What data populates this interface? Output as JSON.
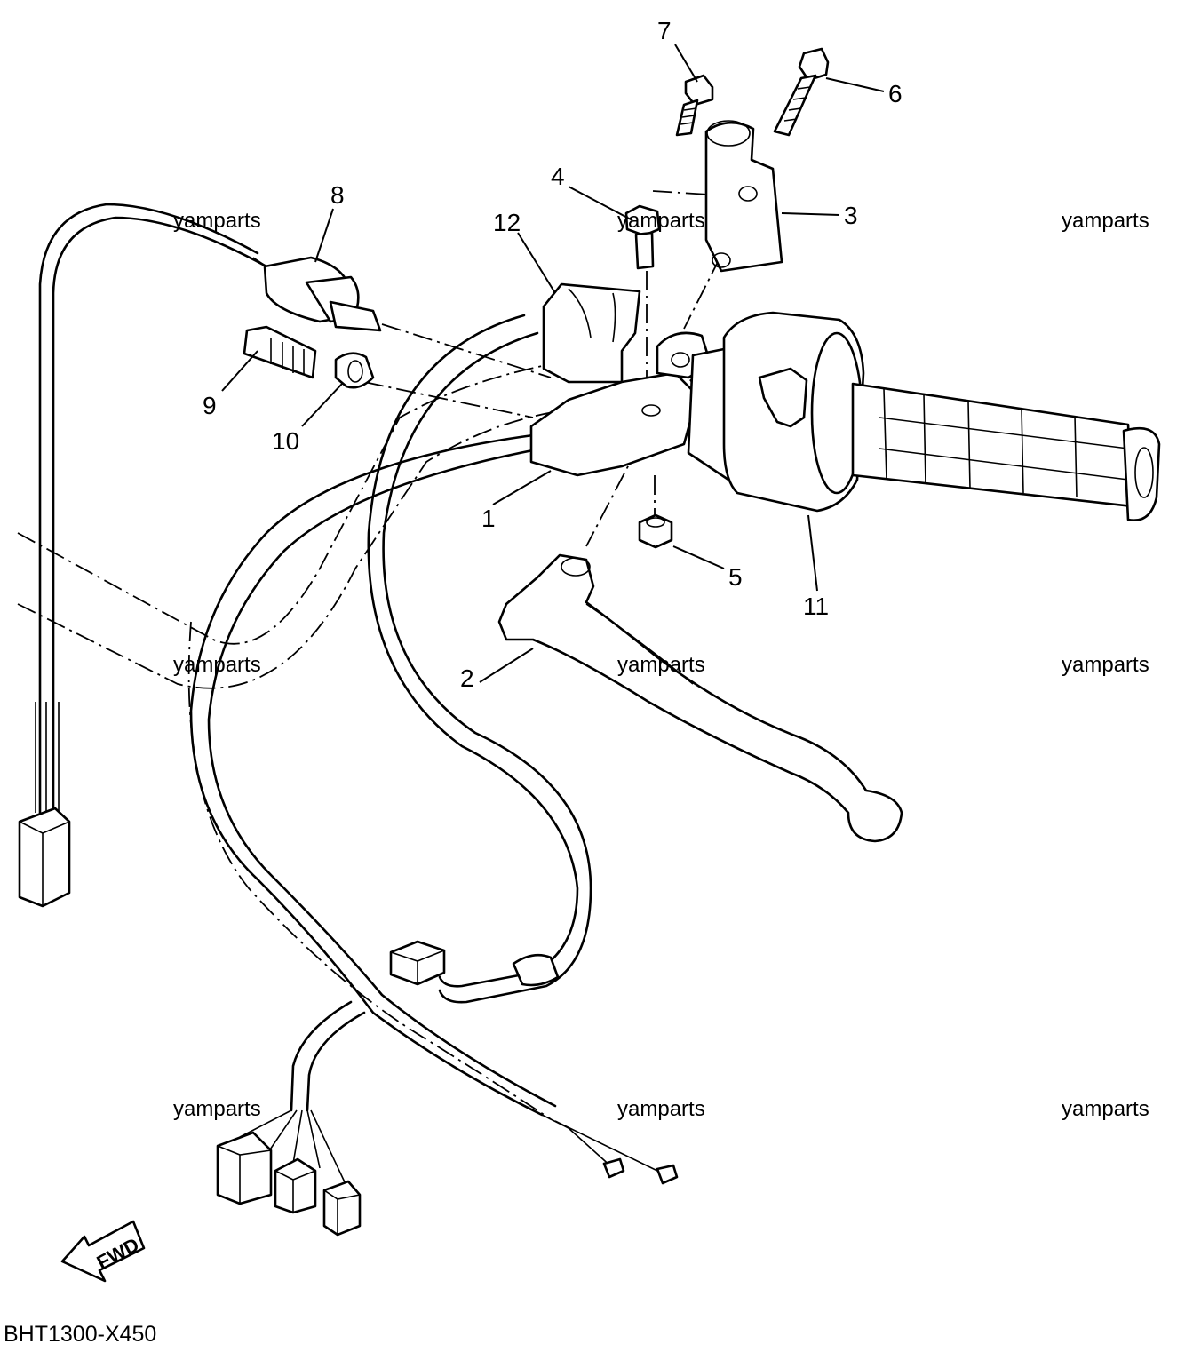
{
  "callouts": {
    "p1": "1",
    "p2": "2",
    "p3": "3",
    "p4": "4",
    "p5": "5",
    "p6": "6",
    "p7": "7",
    "p8": "8",
    "p9": "9",
    "p10": "10",
    "p11": "11",
    "p12": "12"
  },
  "watermark": "yamparts",
  "drawing_code": "BHT1300-X450",
  "direction_label": "FWD"
}
